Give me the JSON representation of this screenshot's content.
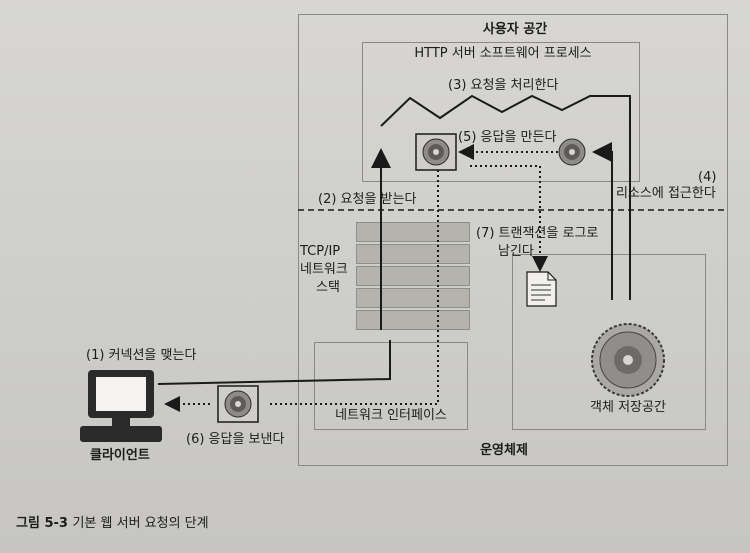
{
  "diagram": {
    "user_space_title": "사용자 공간",
    "http_process_title": "HTTP 서버 소프트웨어 프로세스",
    "os_title": "운영체제",
    "steps": {
      "s1": "(1) 커넥션을 맺는다",
      "s2": "(2) 요청을 받는다",
      "s3": "(3) 요청을 처리한다",
      "s4_num": "(4)",
      "s4_text": "리소스에 접근한다",
      "s5": "(5) 응답을 만든다",
      "s6": "(6) 응답을 보낸다",
      "s7_line1": "(7) 트랜잭션을 로그로",
      "s7_line2": "남긴다"
    },
    "tcpip_line1": "TCP/IP",
    "tcpip_line2": "네트워크",
    "tcpip_line3": "스택",
    "network_interface": "네트워크 인터페이스",
    "object_storage": "객체 저장공간",
    "client": "클라이언트"
  },
  "caption": {
    "label": "그림 5-3",
    "text": "기본 웹 서버 요청의 단계"
  },
  "colors": {
    "paper": "#d2d1cd",
    "line": "#1a1a1a",
    "box_border": "#8a8986"
  },
  "icons": [
    "monitor-icon",
    "gear-icon",
    "document-icon",
    "saw-disk-icon"
  ]
}
